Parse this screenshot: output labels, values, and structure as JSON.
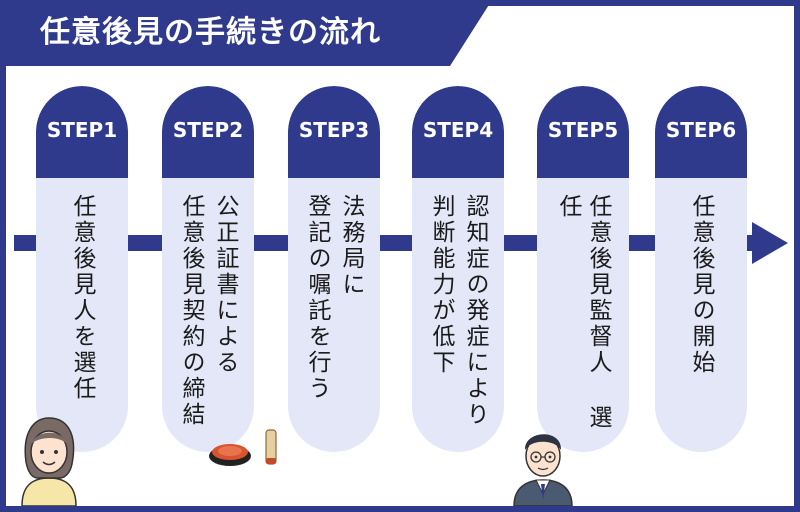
{
  "title": "任意後見の手続きの流れ",
  "colors": {
    "primary": "#2f3a8c",
    "card": "#e3e7f7",
    "text": "#1b1b1b"
  },
  "steps": [
    {
      "label": "STEP1",
      "lines": [
        "任意後見人を選任"
      ]
    },
    {
      "label": "STEP2",
      "lines": [
        "公正証書による",
        "任意後見契約の締結"
      ]
    },
    {
      "label": "STEP3",
      "lines": [
        "法務局に",
        "登記の嘱託を行う"
      ]
    },
    {
      "label": "STEP4",
      "lines": [
        "認知症の発症により",
        "判断能力が低下"
      ]
    },
    {
      "label": "STEP5",
      "lines": [
        "任意後見監督人 選任"
      ]
    },
    {
      "label": "STEP6",
      "lines": [
        "任意後見の開始"
      ]
    }
  ],
  "illustrations": [
    "woman-avatar",
    "seal-and-inkpad",
    "man-avatar"
  ]
}
